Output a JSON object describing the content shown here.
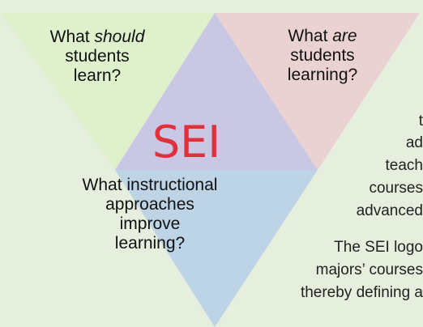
{
  "diagram": {
    "center_label": "SEI",
    "segments": [
      {
        "id": "left",
        "question_prefix": "What ",
        "question_emphasis": "should",
        "question_suffix": "students learn?",
        "lines": [
          "",
          "students",
          "learn?"
        ],
        "color": "#def0cc"
      },
      {
        "id": "right",
        "question_prefix": "What ",
        "question_emphasis": "are",
        "lines": [
          "",
          "students",
          "learning?"
        ],
        "color": "#ead2d2"
      },
      {
        "id": "bottom",
        "lines": [
          "What instructional",
          "approaches",
          "improve",
          "learning?"
        ],
        "color": "#bdd3e6"
      }
    ],
    "center_color": "#c8c8e4"
  },
  "body_text": {
    "lines": [
      "t",
      "ad",
      "teach",
      "courses",
      "advanced",
      "The SEI logo",
      "majors’ courses",
      "thereby defining a"
    ]
  }
}
